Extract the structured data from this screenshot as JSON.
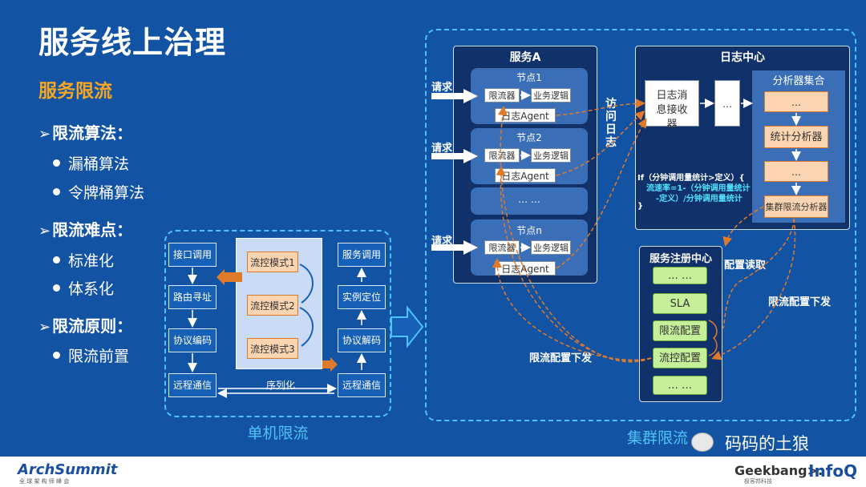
{
  "title": "服务线上治理",
  "subtitle": "服务限流",
  "sections": [
    {
      "head": "限流算法：",
      "items": [
        "漏桶算法",
        "令牌桶算法"
      ]
    },
    {
      "head": "限流难点：",
      "items": [
        "标准化",
        "体系化"
      ]
    },
    {
      "head": "限流原则：",
      "items": [
        "限流前置"
      ]
    }
  ],
  "single": {
    "caption": "单机限流",
    "left": [
      "接口调用",
      "路由寻址",
      "协议编码",
      "远程通信"
    ],
    "right": [
      "服务调用",
      "实例定位",
      "协议解码",
      "远程通信"
    ],
    "modes": [
      "流控模式1",
      "流控模式2",
      "流控模式3"
    ],
    "serialize": "序列化"
  },
  "cluster": {
    "caption": "集群限流",
    "serviceA": {
      "title": "服务A",
      "nodes": [
        {
          "name": "节点1",
          "limiter": "限流器",
          "logic": "业务逻辑",
          "agent": "日志Agent"
        },
        {
          "name": "节点2",
          "limiter": "限流器",
          "logic": "业务逻辑",
          "agent": "日志Agent"
        },
        {
          "name": "节点n",
          "limiter": "限流器",
          "logic": "业务逻辑",
          "agent": "日志Agent"
        }
      ],
      "ellipsis": "… …",
      "request": "请求"
    },
    "visitLog": "访问日志",
    "logCenter": {
      "title": "日志中心",
      "receiver": "日志消息接收器",
      "mid": "…",
      "analyzerSet": "分析器集合",
      "analyzers": [
        "…",
        "统计分析器",
        "…",
        "集群限流分析器"
      ],
      "formula": [
        "If（分钟调用量统计>定义）{",
        "流速率=1-（分钟调用量统计",
        "-定义）/分钟调用量统计",
        "}"
      ]
    },
    "registry": {
      "title": "服务注册中心",
      "items": [
        "… …",
        "SLA",
        "限流配置",
        "流控配置",
        "… …"
      ]
    },
    "configRead": "配置读取",
    "configPushRight": "限流配置下发",
    "configPushLeft": "限流配置下发"
  },
  "footer": {
    "left_logo": "ArchSummit",
    "left_sub": "全 球 架 构 师 峰 会",
    "watermark": "码码的土狼",
    "right_logo1": "Geekbang>.",
    "right_sub": "极客邦科技",
    "right_logo2": "InfoQ"
  },
  "colors": {
    "background": "#1353a4",
    "accent": "#f5a623",
    "dashed": "#4fc3f7",
    "arrow": "#e07a2b"
  }
}
